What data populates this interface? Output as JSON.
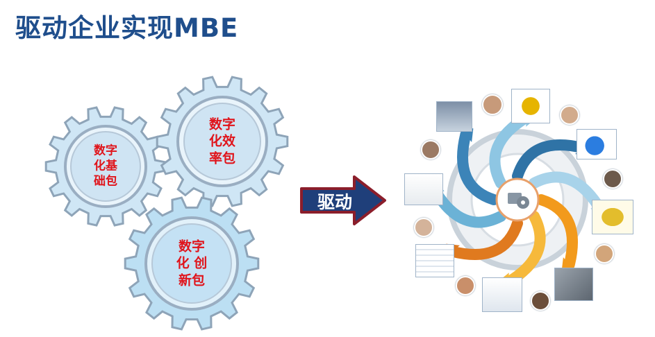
{
  "title": "驱动企业实现MBE",
  "gears": [
    {
      "lines": [
        "数字",
        "化基",
        "础包"
      ]
    },
    {
      "lines": [
        "数字",
        "化效",
        "率包"
      ]
    },
    {
      "lines": [
        "数字",
        "化 创",
        "新包"
      ]
    }
  ],
  "arrow": {
    "label": "驱动"
  },
  "colors": {
    "title": "#1f4e8c",
    "gear_label": "#e0141b",
    "gear_fill": "#cfe6f5",
    "gear_stroke": "#8ea4b8",
    "arrow_fill": "#1f3f7a",
    "arrow_border": "#8b1e2b"
  },
  "wheel_icons": [
    "person-avatar",
    "cad-part-thumbnail",
    "factory-machine-thumbnail",
    "simulation-thumbnail",
    "assembly-thumbnail",
    "report-thumbnail"
  ]
}
